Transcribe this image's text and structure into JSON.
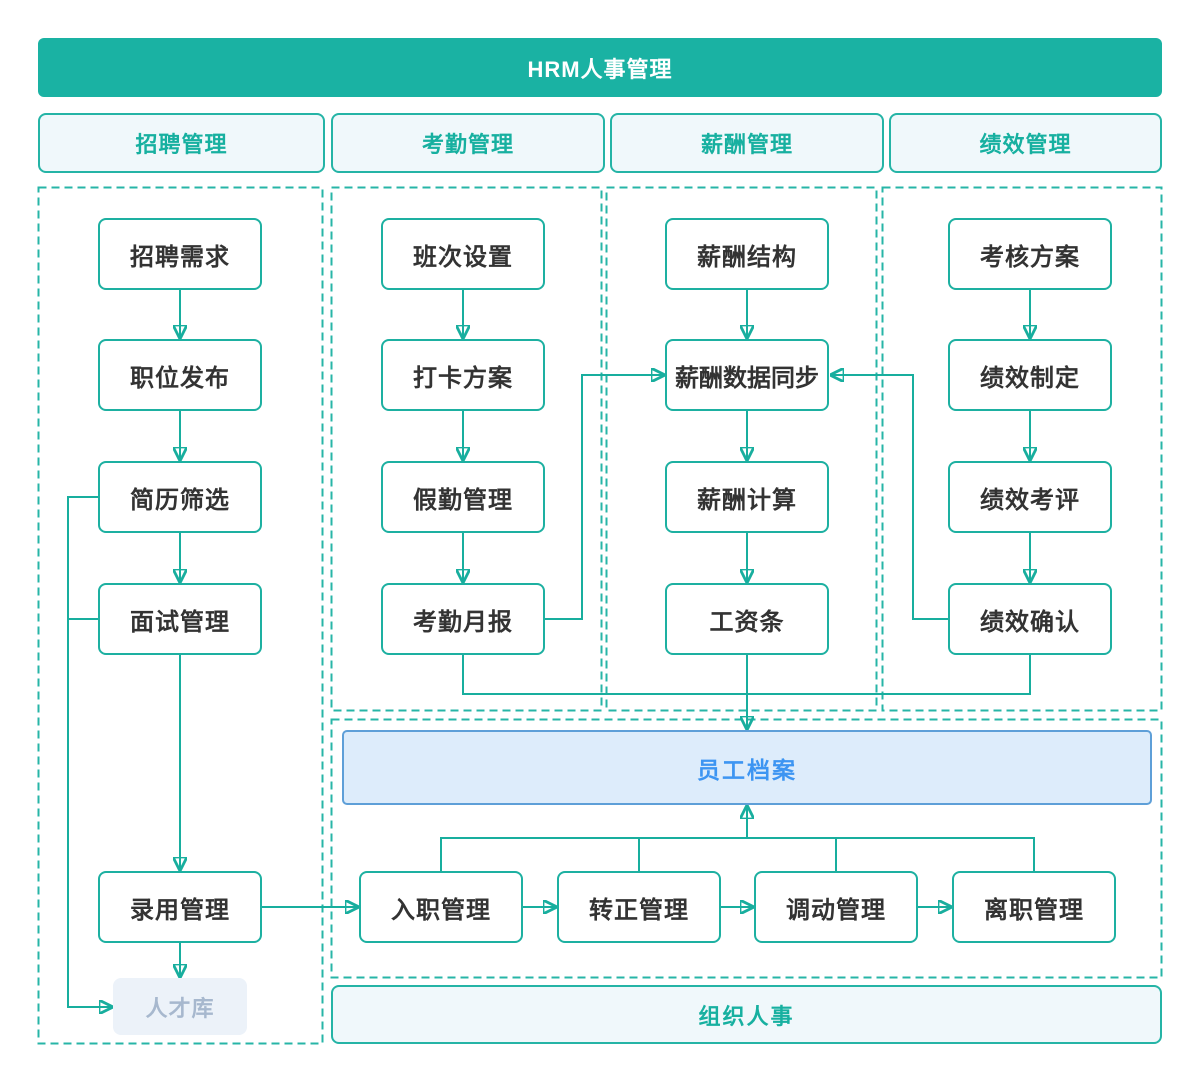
{
  "title": "HRM人事管理",
  "sections": {
    "recruitment": {
      "header": "招聘管理",
      "nodes": [
        "招聘需求",
        "职位发布",
        "简历筛选",
        "面试管理",
        "录用管理"
      ],
      "pool": "人才库"
    },
    "attendance": {
      "header": "考勤管理",
      "nodes": [
        "班次设置",
        "打卡方案",
        "假勤管理",
        "考勤月报"
      ]
    },
    "compensation": {
      "header": "薪酬管理",
      "nodes": [
        "薪酬结构",
        "薪酬数据同步",
        "薪酬计算",
        "工资条"
      ]
    },
    "performance": {
      "header": "绩效管理",
      "nodes": [
        "考核方案",
        "绩效制定",
        "绩效考评",
        "绩效确认"
      ]
    }
  },
  "employee_archive": "员工档案",
  "lifecycle": [
    "入职管理",
    "转正管理",
    "调动管理",
    "离职管理"
  ],
  "org_bar": "组织人事",
  "edges": [
    {
      "from": "招聘需求",
      "to": "职位发布"
    },
    {
      "from": "职位发布",
      "to": "简历筛选"
    },
    {
      "from": "简历筛选",
      "to": "面试管理"
    },
    {
      "from": "面试管理",
      "to": "录用管理"
    },
    {
      "from": "录用管理",
      "to": "人才库"
    },
    {
      "from": "简历筛选",
      "to": "人才库"
    },
    {
      "from": "面试管理",
      "to": "人才库"
    },
    {
      "from": "录用管理",
      "to": "入职管理"
    },
    {
      "from": "班次设置",
      "to": "打卡方案"
    },
    {
      "from": "打卡方案",
      "to": "假勤管理"
    },
    {
      "from": "假勤管理",
      "to": "考勤月报"
    },
    {
      "from": "考勤月报",
      "to": "薪酬数据同步"
    },
    {
      "from": "薪酬结构",
      "to": "薪酬数据同步"
    },
    {
      "from": "薪酬数据同步",
      "to": "薪酬计算"
    },
    {
      "from": "薪酬计算",
      "to": "工资条"
    },
    {
      "from": "工资条",
      "to": "员工档案"
    },
    {
      "from": "考勤月报",
      "to": "员工档案"
    },
    {
      "from": "绩效确认",
      "to": "员工档案"
    },
    {
      "from": "考核方案",
      "to": "绩效制定"
    },
    {
      "from": "绩效制定",
      "to": "绩效考评"
    },
    {
      "from": "绩效考评",
      "to": "绩效确认"
    },
    {
      "from": "绩效确认",
      "to": "薪酬数据同步"
    },
    {
      "from": "入职管理",
      "to": "转正管理"
    },
    {
      "from": "转正管理",
      "to": "调动管理"
    },
    {
      "from": "调动管理",
      "to": "离职管理"
    },
    {
      "from": "入职管理",
      "to": "员工档案"
    },
    {
      "from": "转正管理",
      "to": "员工档案"
    },
    {
      "from": "调动管理",
      "to": "员工档案"
    },
    {
      "from": "离职管理",
      "to": "员工档案"
    }
  ],
  "colors": {
    "teal_line": "#18ae9e",
    "title_bg": "#1ab2a3",
    "title_text": "#ffffff",
    "tab_bg": "#f0f8fb",
    "tab_text": "#17b0a0",
    "node_border": "#1db0a1",
    "node_text": "#333333",
    "dashed_border": "#27b5a7",
    "talent_pool_bg": "#ecf2f9",
    "talent_pool_text": "#a7b8ce",
    "archive_bg": "#ddecfb",
    "archive_border": "#5e9fd8",
    "archive_text": "#3d95f2",
    "org_bg": "#f0f8fb",
    "org_text": "#17b0a0"
  }
}
